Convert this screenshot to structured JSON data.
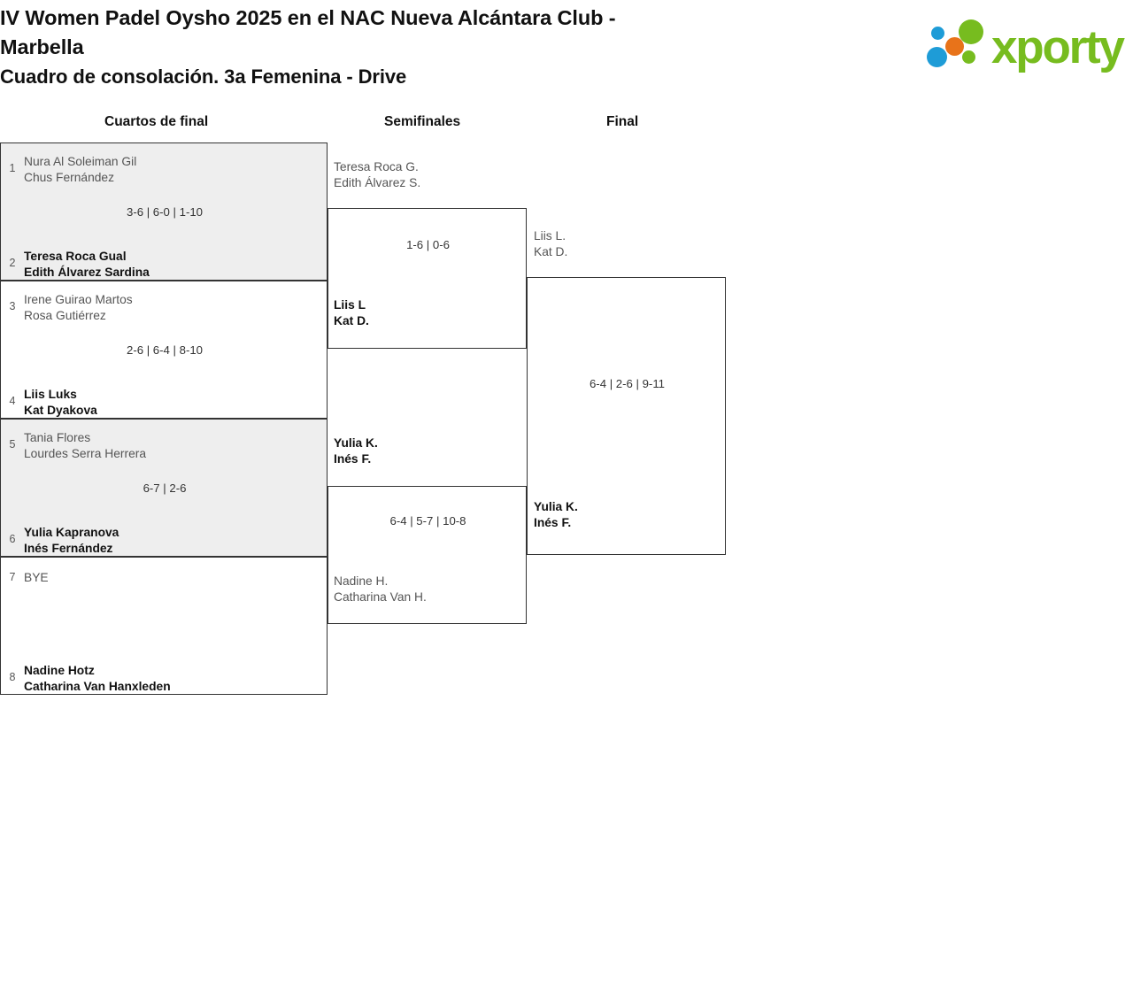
{
  "header": {
    "title_line_1": "IV Women Padel Oysho 2025 en el NAC Nueva Alcántara Club -",
    "title_line_2": "Marbella",
    "subtitle": "Cuadro de consolación. 3a Femenina - Drive",
    "logo": {
      "wordmark": "xporty",
      "green": "#77bc1f",
      "blue": "#1e9cd7",
      "orange": "#e8731a"
    }
  },
  "rounds": [
    {
      "label": "Cuartos de final"
    },
    {
      "label": "Semifinales"
    },
    {
      "label": "Final"
    }
  ],
  "round1": {
    "matches": [
      {
        "shaded": true,
        "score": "3-6 | 6-0 | 1-10",
        "top": {
          "seed": "1",
          "player1": "Nura Al Soleiman Gil",
          "player2": "Chus Fernández",
          "winner": false
        },
        "bottom": {
          "seed": "2",
          "player1": "Teresa Roca Gual",
          "player2": "Edith Álvarez Sardina",
          "winner": true
        }
      },
      {
        "shaded": false,
        "score": "2-6 | 6-4 | 8-10",
        "top": {
          "seed": "3",
          "player1": "Irene Guirao Martos",
          "player2": "Rosa Gutiérrez",
          "winner": false
        },
        "bottom": {
          "seed": "4",
          "player1": "Liis Luks",
          "player2": "Kat Dyakova",
          "winner": true
        }
      },
      {
        "shaded": true,
        "score": "6-7 | 2-6",
        "top": {
          "seed": "5",
          "player1": "Tania Flores",
          "player2": "Lourdes Serra Herrera",
          "winner": false
        },
        "bottom": {
          "seed": "6",
          "player1": "Yulia Kapranova",
          "player2": "Inés Fernández",
          "winner": true
        }
      },
      {
        "shaded": false,
        "score": "",
        "top": {
          "seed": "7",
          "player1": "BYE",
          "player2": "",
          "winner": false
        },
        "bottom": {
          "seed": "8",
          "player1": "Nadine Hotz",
          "player2": "Catharina Van Hanxleden",
          "winner": true
        }
      }
    ]
  },
  "round2": {
    "matches": [
      {
        "score": "1-6 | 0-6",
        "top": {
          "player1": "Teresa Roca G.",
          "player2": "Edith Álvarez S.",
          "winner": false
        },
        "bottom": {
          "player1": "Liis L",
          "player2": "Kat D.",
          "winner": true
        }
      },
      {
        "score": "6-4 | 5-7 | 10-8",
        "top": {
          "player1": "Yulia K.",
          "player2": "Inés F.",
          "winner": true
        },
        "bottom": {
          "player1": "Nadine H.",
          "player2": "Catharina Van H.",
          "winner": false
        }
      }
    ]
  },
  "round3": {
    "match": {
      "score": "6-4 | 2-6 | 9-11",
      "top": {
        "player1": "Liis L.",
        "player2": "Kat D.",
        "winner": false
      },
      "bottom": {
        "player1": "Yulia K.",
        "player2": "Inés F.",
        "winner": true
      }
    }
  }
}
